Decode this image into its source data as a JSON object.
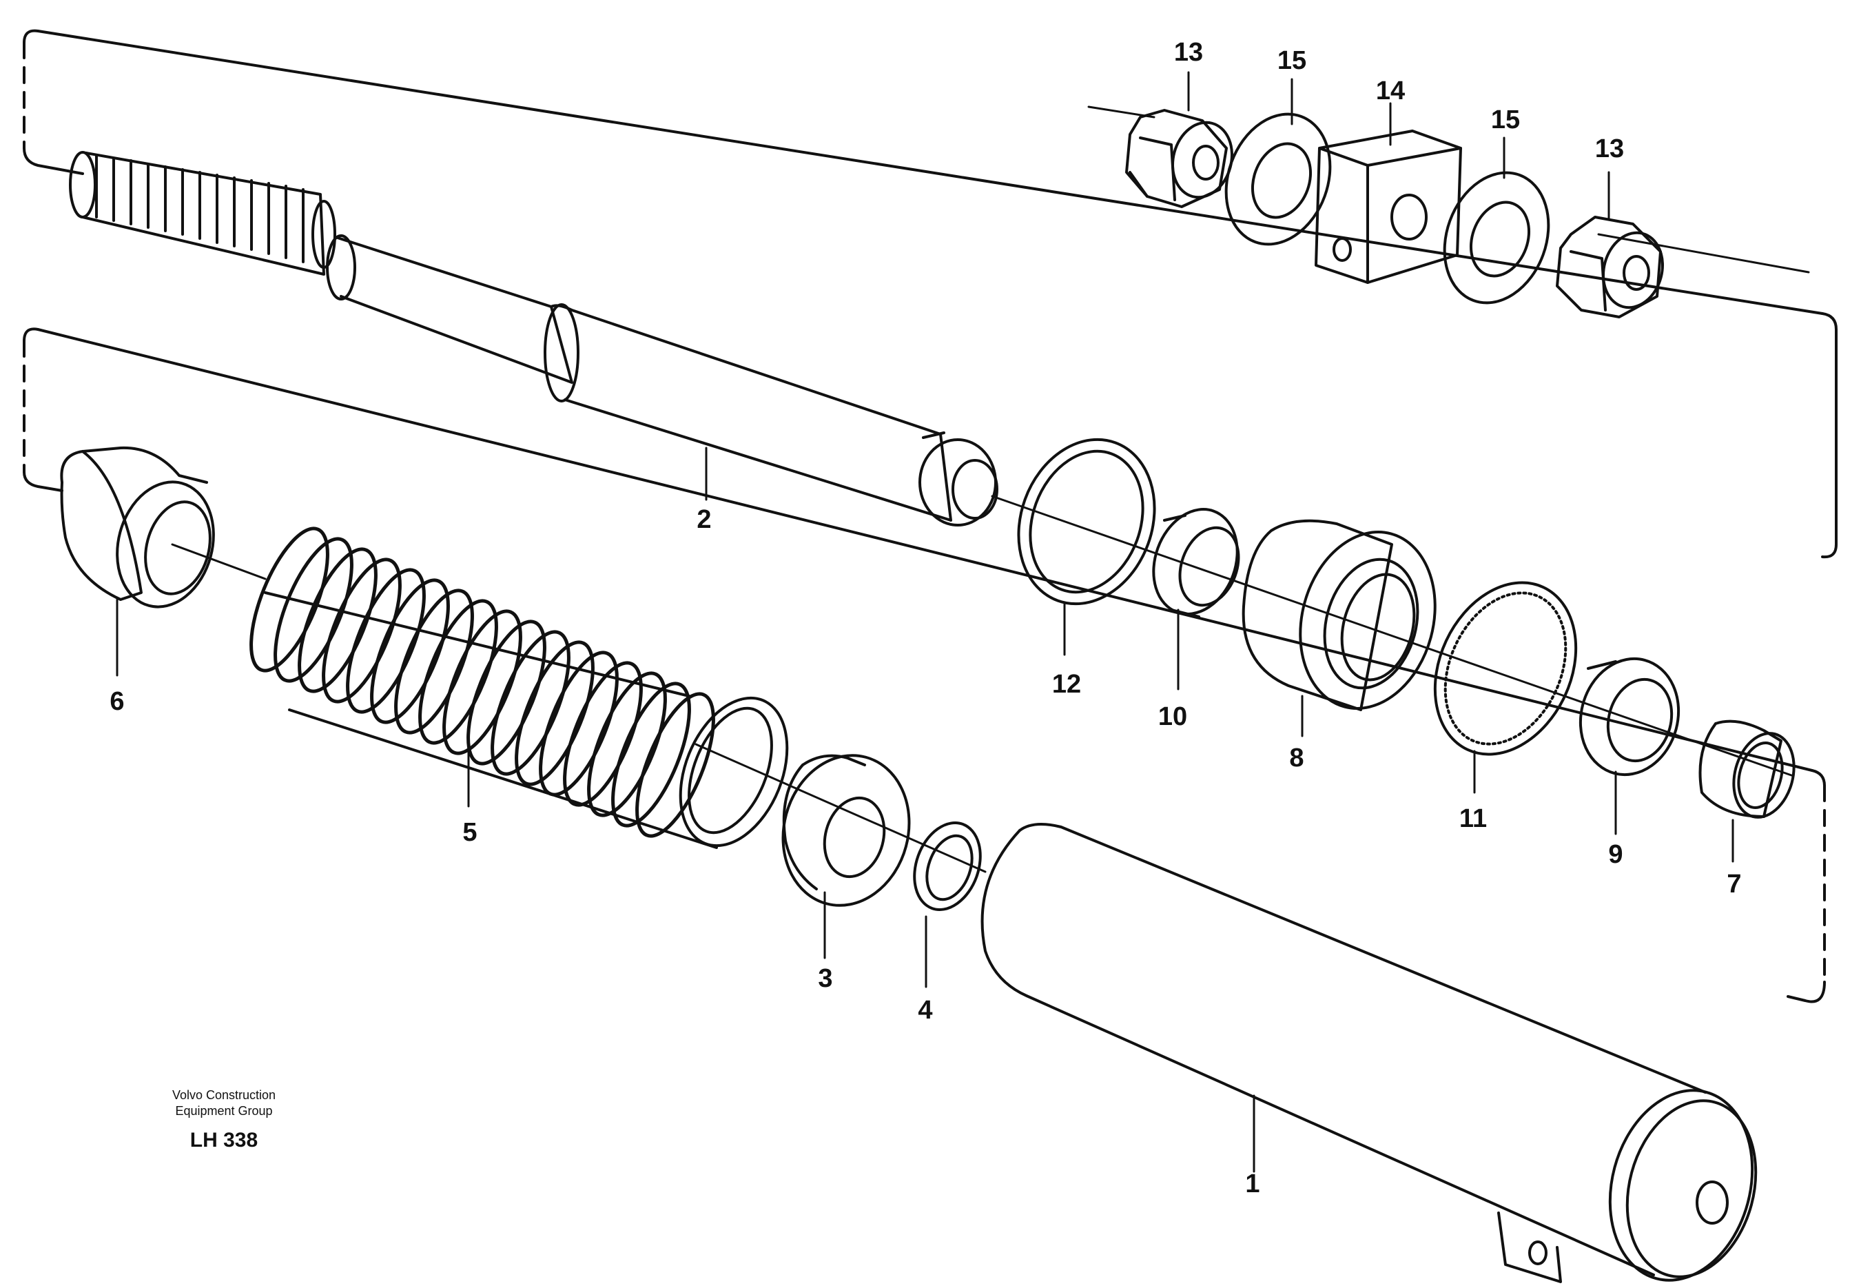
{
  "publisher": {
    "line1": "Volvo Construction",
    "line2": "Equipment Group"
  },
  "figure_ref": "LH 338",
  "callouts": {
    "p1": "1",
    "p2": "2",
    "p3": "3",
    "p4": "4",
    "p5": "5",
    "p6": "6",
    "p7": "7",
    "p8": "8",
    "p9": "9",
    "p10": "10",
    "p11": "11",
    "p12": "12",
    "p13a": "13",
    "p13b": "13",
    "p14": "14",
    "p15a": "15",
    "p15b": "15"
  },
  "colors": {
    "ink": "#111111",
    "paper": "#ffffff"
  }
}
